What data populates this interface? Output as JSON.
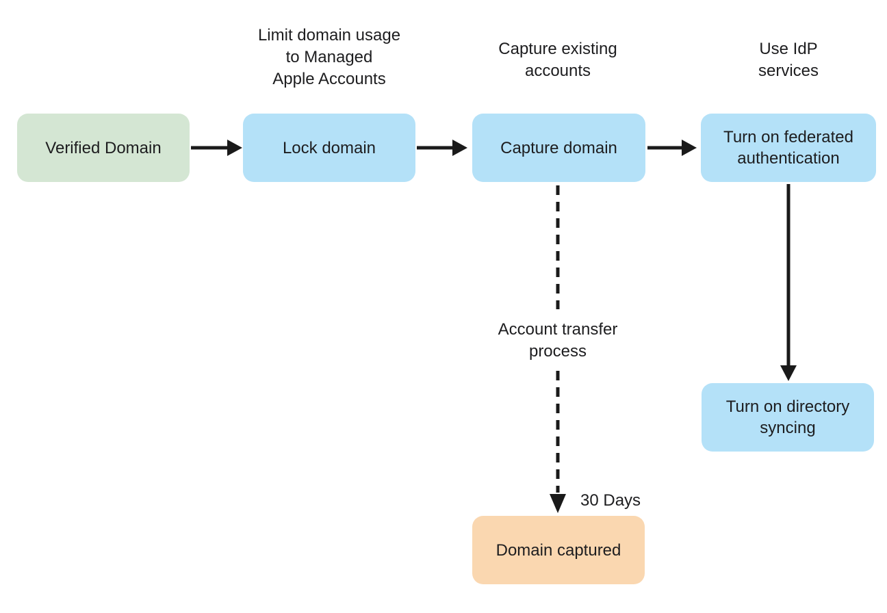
{
  "diagram": {
    "background": "#ffffff",
    "text_color": "#1d1d1f",
    "arrow_color": "#1a1a1a",
    "nodes": {
      "verified_domain": {
        "label": "Verified Domain",
        "fill": "#d4e6d3"
      },
      "lock_domain": {
        "label": "Lock domain",
        "fill": "#b4e1f8"
      },
      "capture_domain": {
        "label": "Capture domain",
        "fill": "#b4e1f8"
      },
      "federated_auth": {
        "label": "Turn on federated\nauthentication",
        "fill": "#b4e1f8"
      },
      "directory_syncing": {
        "label": "Turn on directory\nsyncing",
        "fill": "#b4e1f8"
      },
      "domain_captured": {
        "label": "Domain captured",
        "fill": "#fad7b0"
      }
    },
    "annotations": {
      "limit_domain_usage": "Limit domain usage\nto Managed\nApple Accounts",
      "capture_existing": "Capture existing\naccounts",
      "use_idp": "Use IdP\nservices",
      "account_transfer": "Account transfer\nprocess",
      "thirty_days": "30 Days"
    },
    "edges": [
      {
        "from": "verified_domain",
        "to": "lock_domain",
        "style": "solid"
      },
      {
        "from": "lock_domain",
        "to": "capture_domain",
        "style": "solid"
      },
      {
        "from": "capture_domain",
        "to": "federated_auth",
        "style": "solid"
      },
      {
        "from": "federated_auth",
        "to": "directory_syncing",
        "style": "solid"
      },
      {
        "from": "capture_domain",
        "to": "domain_captured",
        "style": "dashed"
      }
    ]
  }
}
